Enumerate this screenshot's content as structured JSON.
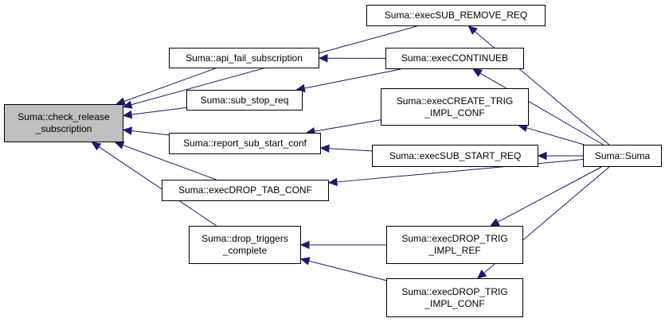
{
  "graph": {
    "colors": {
      "edge": "#191970",
      "node_border": "#000000",
      "root_fill": "#bfbfbf",
      "node_fill": "#ffffff"
    },
    "nodes": {
      "check_release": {
        "lines": [
          "Suma::check_release",
          "_subscription"
        ]
      },
      "api_fail": {
        "lines": [
          "Suma::api_fail_subscription"
        ]
      },
      "sub_stop_req": {
        "lines": [
          "Suma::sub_stop_req"
        ]
      },
      "report_sub_start": {
        "lines": [
          "Suma::report_sub_start_conf"
        ]
      },
      "exec_drop_tab": {
        "lines": [
          "Suma::execDROP_TAB_CONF"
        ]
      },
      "drop_triggers": {
        "lines": [
          "Suma::drop_triggers",
          "_complete"
        ]
      },
      "exec_sub_remove": {
        "lines": [
          "Suma::execSUB_REMOVE_REQ"
        ]
      },
      "exec_continueb": {
        "lines": [
          "Suma::execCONTINUEB"
        ]
      },
      "exec_create_trig": {
        "lines": [
          "Suma::execCREATE_TRIG",
          "_IMPL_CONF"
        ]
      },
      "exec_sub_start": {
        "lines": [
          "Suma::execSUB_START_REQ"
        ]
      },
      "exec_drop_trig_ref": {
        "lines": [
          "Suma::execDROP_TRIG",
          "_IMPL_REF"
        ]
      },
      "exec_drop_trig_conf": {
        "lines": [
          "Suma::execDROP_TRIG",
          "_IMPL_CONF"
        ]
      },
      "suma": {
        "lines": [
          "Suma::Suma"
        ]
      }
    },
    "edges": [
      [
        "exec_sub_remove",
        "check_release"
      ],
      [
        "api_fail",
        "check_release"
      ],
      [
        "sub_stop_req",
        "check_release"
      ],
      [
        "report_sub_start",
        "check_release"
      ],
      [
        "exec_drop_tab",
        "check_release"
      ],
      [
        "drop_triggers",
        "check_release"
      ],
      [
        "exec_continueb",
        "api_fail"
      ],
      [
        "exec_continueb",
        "sub_stop_req"
      ],
      [
        "exec_create_trig",
        "report_sub_start"
      ],
      [
        "exec_sub_start",
        "report_sub_start"
      ],
      [
        "exec_drop_trig_ref",
        "drop_triggers"
      ],
      [
        "exec_drop_trig_conf",
        "drop_triggers"
      ],
      [
        "suma",
        "exec_sub_remove"
      ],
      [
        "suma",
        "exec_continueb"
      ],
      [
        "suma",
        "exec_create_trig"
      ],
      [
        "suma",
        "exec_sub_start"
      ],
      [
        "suma",
        "exec_drop_tab"
      ],
      [
        "suma",
        "exec_drop_trig_ref"
      ],
      [
        "suma",
        "exec_drop_trig_conf"
      ]
    ]
  }
}
